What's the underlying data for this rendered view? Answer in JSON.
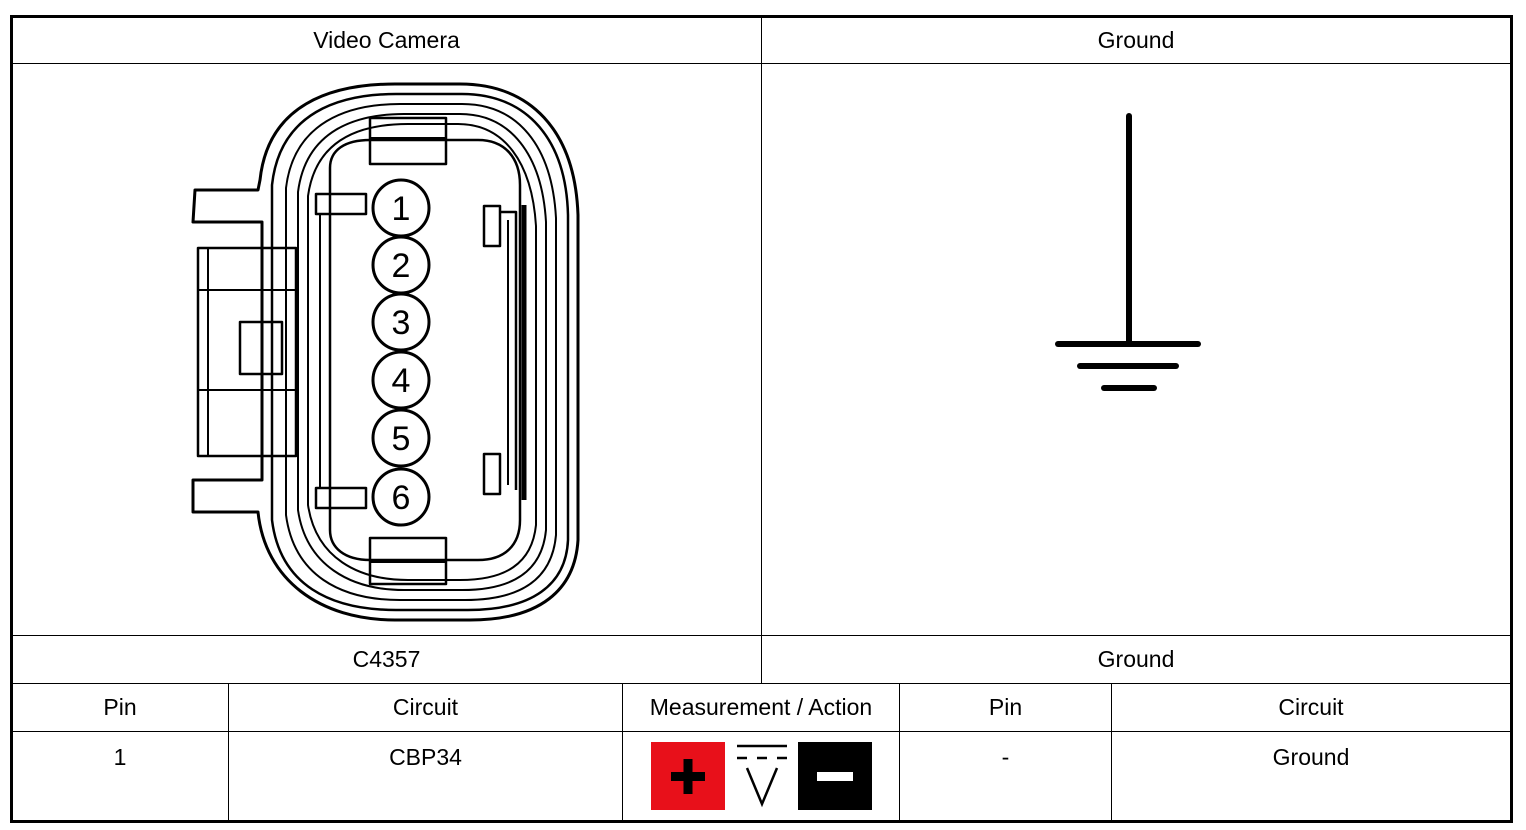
{
  "headers": {
    "left_title": "Video Camera",
    "right_title": "Ground"
  },
  "connector": {
    "pins": [
      "1",
      "2",
      "3",
      "4",
      "5",
      "6"
    ]
  },
  "labels": {
    "left_connector": "C4357",
    "right_connector": "Ground"
  },
  "table": {
    "columns": [
      "Pin",
      "Circuit",
      "Measurement / Action",
      "Pin",
      "Circuit"
    ],
    "rows": [
      {
        "pin": "1",
        "circuit": "CBP34",
        "measurement": "DC voltage",
        "pin2": "-",
        "circuit2": "Ground"
      }
    ]
  },
  "colors": {
    "positive_lead": "#e8101a",
    "negative_lead": "#000000"
  },
  "icons": [
    "ground-symbol-icon",
    "positive-probe-icon",
    "dc-voltage-icon",
    "negative-probe-icon"
  ]
}
